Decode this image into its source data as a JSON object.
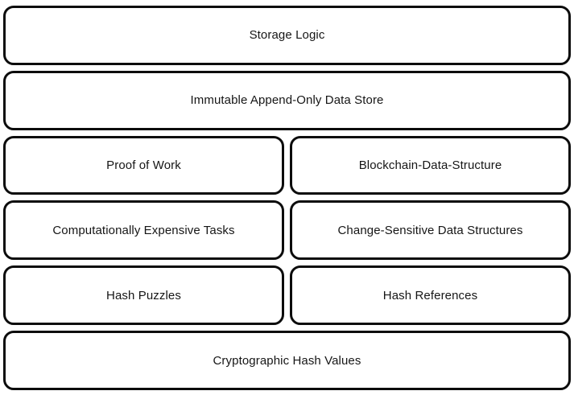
{
  "diagram": {
    "title": "Blockchain storage logic layer diagram",
    "colors": {
      "border": "#0c0c0c",
      "background": "#ffffff",
      "text": "#161616"
    },
    "rows": [
      {
        "type": "full",
        "label": "Storage Logic"
      },
      {
        "type": "full",
        "label": "Immutable Append-Only Data Store"
      },
      {
        "type": "split",
        "left": "Proof of Work",
        "right": "Blockchain-Data-Structure"
      },
      {
        "type": "split",
        "left": "Computationally Expensive Tasks",
        "right": "Change-Sensitive Data Structures"
      },
      {
        "type": "split",
        "left": "Hash Puzzles",
        "right": "Hash References"
      },
      {
        "type": "full",
        "label": "Cryptographic Hash Values"
      }
    ]
  }
}
